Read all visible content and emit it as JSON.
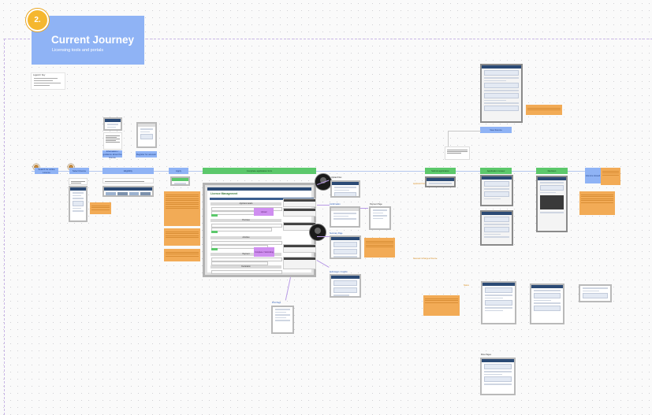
{
  "header": {
    "badge": "2.",
    "title": "Current Journey",
    "subtitle": "Licensing tools and portals"
  },
  "legend": {
    "title": "Legend / Key"
  },
  "flow": {
    "steps": [
      {
        "label": "Search for online Licence"
      },
      {
        "label": "Select licence"
      },
      {
        "label": "Eligibility"
      },
      {
        "label": "Apply"
      },
      {
        "label": "Complete application form"
      },
      {
        "label": "Submit application"
      },
      {
        "label": "Application review"
      },
      {
        "label": "Decision"
      },
      {
        "label": "Licence issued"
      }
    ],
    "side_boxes": [
      {
        "label": "Information / guidance about the licence"
      },
      {
        "label": "Register for account"
      },
      {
        "label": "View licence"
      }
    ]
  },
  "form": {
    "title": "Licence Management",
    "sections": [
      "Applicant details",
      "Premises",
      "Activities",
      "Payment",
      "Declaration"
    ],
    "purple_tags": [
      "Upload",
      "Complete / Submitting"
    ]
  },
  "side_labels": {
    "upload": "Upload Files",
    "confirmation": "Confirmation",
    "payment": "Payment Page",
    "summary": "Summary Page",
    "submission": "Submission / Confirm",
    "print": "Print Page",
    "portal": "Applicant Portal",
    "status": "Status",
    "renewal": "Renewal / Change of licence",
    "more": "More Pages"
  },
  "colors": {
    "accent_blue": "#8fb3f5",
    "step_green": "#5cc86b",
    "note_orange": "#f2ab56",
    "tag_purple": "#cf8ef0",
    "badge_gold": "#f5b72f"
  }
}
